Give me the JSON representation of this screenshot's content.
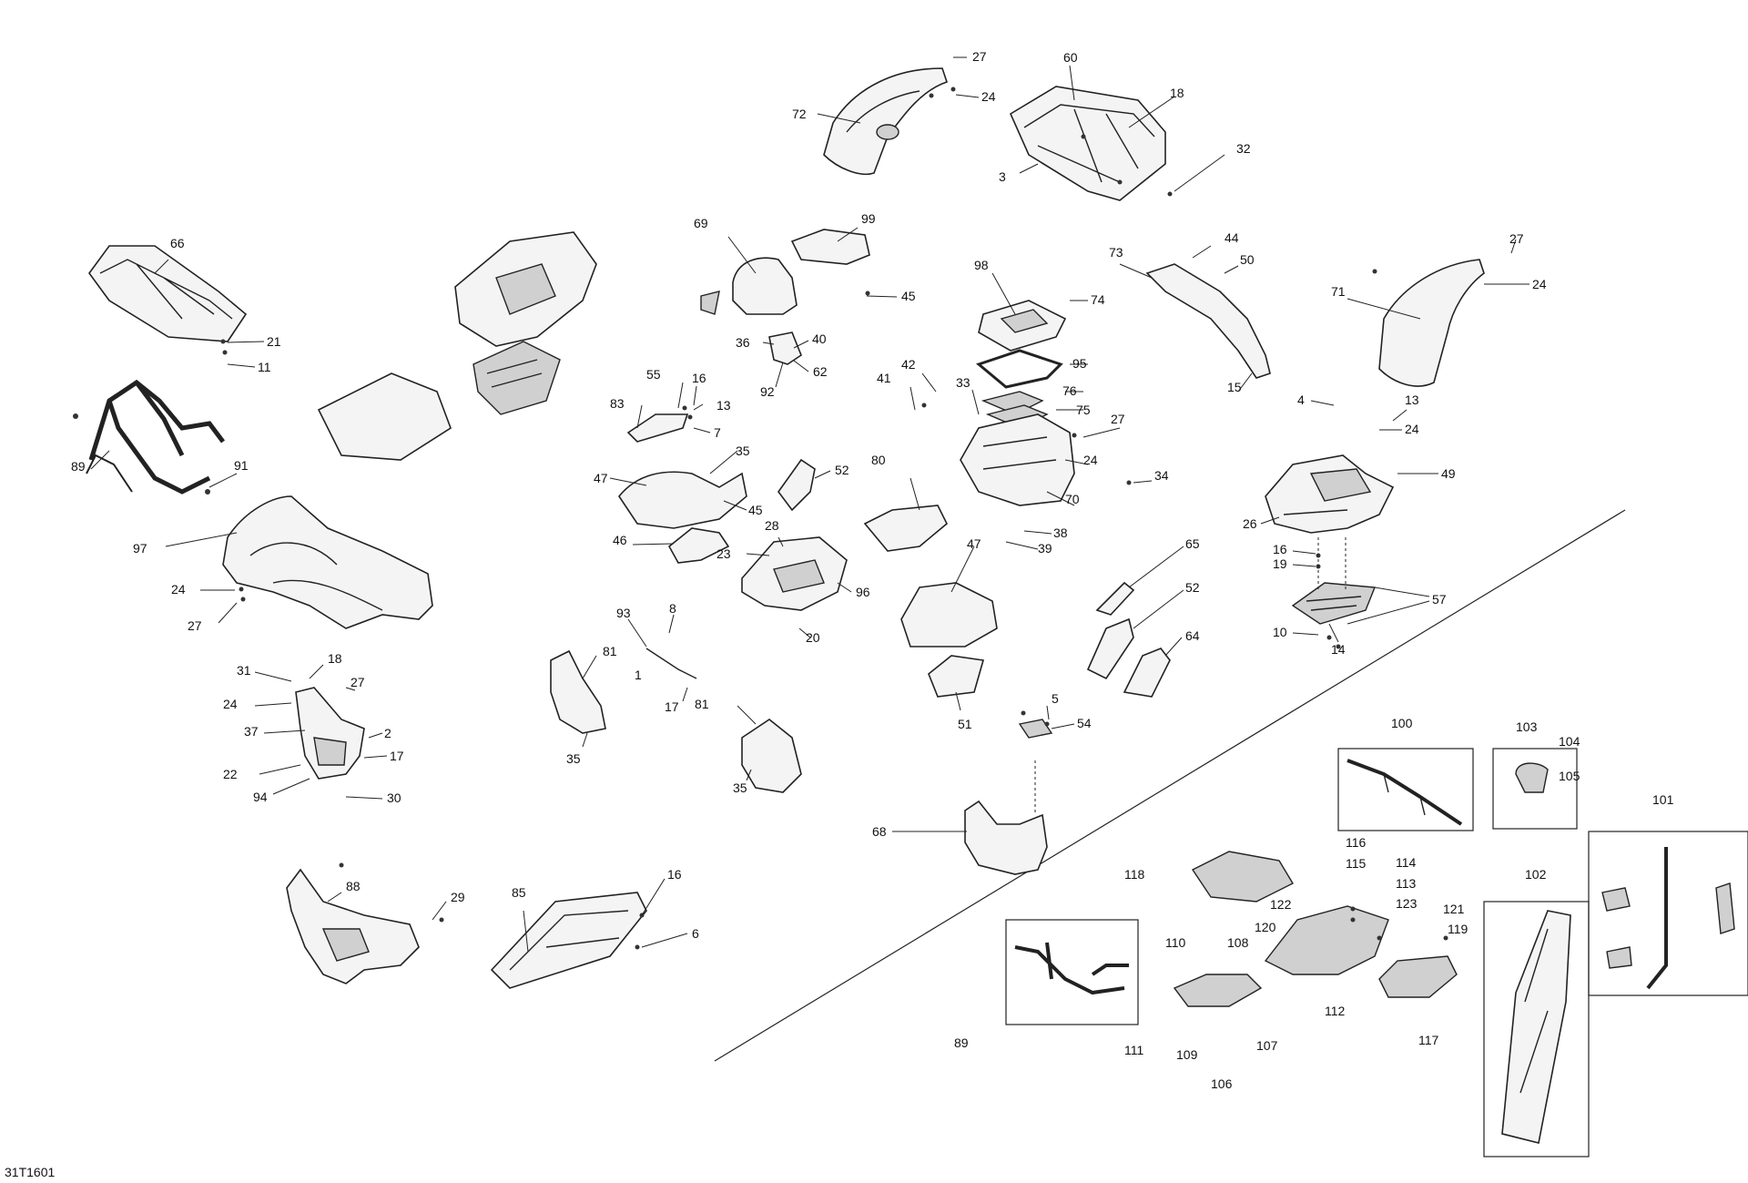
{
  "figure_ref": "31T1601",
  "callouts": {
    "c1": "27",
    "c2": "24",
    "c3": "72",
    "c4": "60",
    "c5": "18",
    "c6": "3",
    "c7": "32",
    "c8": "66",
    "c9": "21",
    "c10": "11",
    "c11": "89",
    "c12": "91",
    "c13": "97",
    "c14": "24",
    "c15": "27",
    "c16": "69",
    "c17": "99",
    "c18": "45",
    "c19": "36",
    "c20": "40",
    "c21": "62",
    "c22": "92",
    "c23": "55",
    "c24": "16",
    "c25": "13",
    "c26": "83",
    "c27": "7",
    "c28": "47",
    "c29": "35",
    "c30": "45",
    "c31": "52",
    "c32": "46",
    "c33": "28",
    "c34": "23",
    "c35": "96",
    "c36": "20",
    "c37": "98",
    "c38": "74",
    "c39": "42",
    "c40": "41",
    "c41": "95",
    "c42": "76",
    "c43": "75",
    "c44": "33",
    "c45": "27",
    "c46": "24",
    "c47": "80",
    "c48": "70",
    "c49": "34",
    "c50": "38",
    "c51": "39",
    "c52": "73",
    "c53": "44",
    "c54": "50",
    "c55": "15",
    "c56": "27",
    "c57": "24",
    "c58": "71",
    "c59": "4",
    "c60": "13",
    "c61": "24",
    "c62": "49",
    "c63": "26",
    "c64": "16",
    "c65": "19",
    "c66": "57",
    "c67": "10",
    "c68": "14",
    "c69": "18",
    "c70": "31",
    "c71": "27",
    "c72": "24",
    "c73": "37",
    "c74": "2",
    "c75": "17",
    "c76": "22",
    "c77": "94",
    "c78": "30",
    "c79": "93",
    "c80": "8",
    "c81": "81",
    "c82": "1",
    "c83": "17",
    "c84": "35",
    "c85": "81",
    "c86": "35",
    "c87": "47",
    "c88": "65",
    "c89": "52",
    "c90": "64",
    "c91": "51",
    "c92": "5",
    "c93": "54",
    "c94": "68",
    "c95": "88",
    "c96": "29",
    "c97": "85",
    "c98": "16",
    "c99": "6",
    "c100": "100",
    "c101": "103",
    "c102": "104",
    "c103": "105",
    "c104": "101",
    "c105": "102",
    "c106": "116",
    "c107": "115",
    "c108": "114",
    "c109": "113",
    "c110": "118",
    "c111": "122",
    "c112": "123",
    "c113": "120",
    "c114": "121",
    "c115": "119",
    "c116": "112",
    "c117": "117",
    "c118": "110",
    "c119": "108",
    "c120": "89",
    "c121": "111",
    "c122": "109",
    "c123": "107",
    "c124": "106"
  }
}
